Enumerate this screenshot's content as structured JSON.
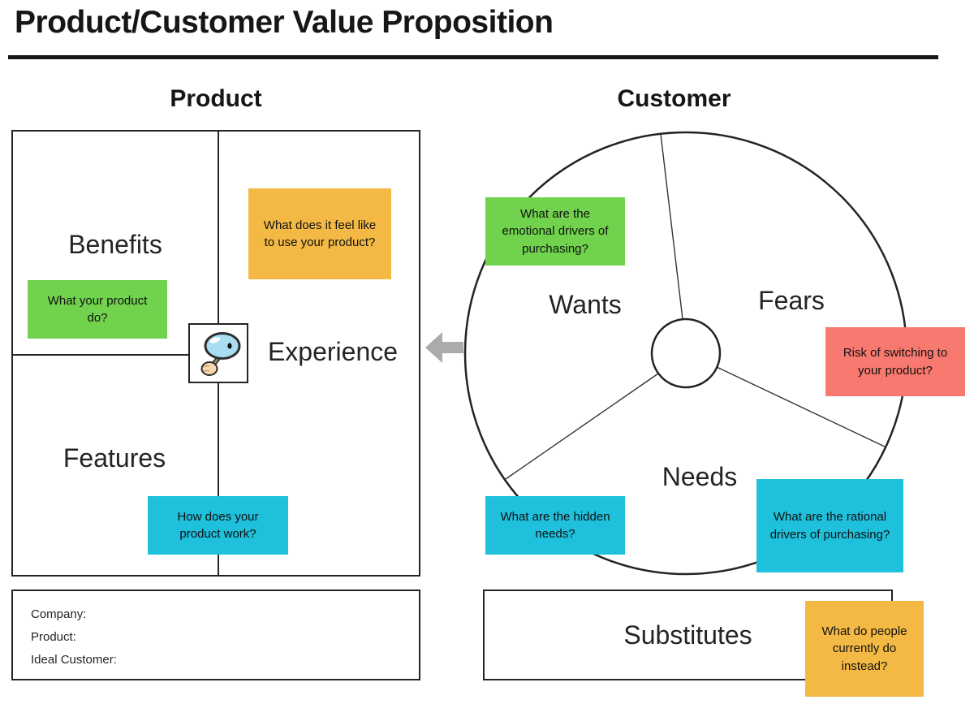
{
  "title": "Product/Customer Value Proposition",
  "colors": {
    "ink": "#1a1a1a",
    "green": "#70d24d",
    "orange": "#f3b944",
    "cyan": "#1fc0dc",
    "red": "#f8796f",
    "arrow": "#ababab"
  },
  "product_section": {
    "heading": "Product",
    "areas": {
      "benefits": "Benefits",
      "features": "Features",
      "experience": "Experience"
    },
    "notes": {
      "benefits": {
        "color": "#70d24d",
        "lines": [
          "What your product",
          "do?"
        ]
      },
      "experience": {
        "color": "#f3b944",
        "lines": [
          "What does it feel like",
          "to use your product?"
        ]
      },
      "features": {
        "color": "#1fc0dc",
        "lines": [
          "How does your",
          "product work?"
        ]
      }
    },
    "info_box": {
      "lines": [
        "Company:",
        "Product:",
        "Ideal Customer:"
      ]
    }
  },
  "customer_section": {
    "heading": "Customer",
    "segments": {
      "wants": "Wants",
      "fears": "Fears",
      "needs": "Needs"
    },
    "notes": {
      "wants": {
        "color": "#70d24d",
        "lines": [
          "What are the",
          "emotional drivers of",
          "purchasing?"
        ]
      },
      "fears": {
        "color": "#f8796f",
        "lines": [
          "Risk of switching to",
          "your product?"
        ]
      },
      "hidden_needs": {
        "color": "#1fc0dc",
        "lines": [
          "What are the hidden",
          "needs?"
        ]
      },
      "rational": {
        "color": "#1fc0dc",
        "lines": [
          "What are the rational",
          "drivers of purchasing?"
        ]
      }
    },
    "substitutes": {
      "label": "Substitutes",
      "note": {
        "color": "#f3b944",
        "lines": [
          "What do people",
          "currently do",
          "instead?"
        ]
      }
    }
  }
}
